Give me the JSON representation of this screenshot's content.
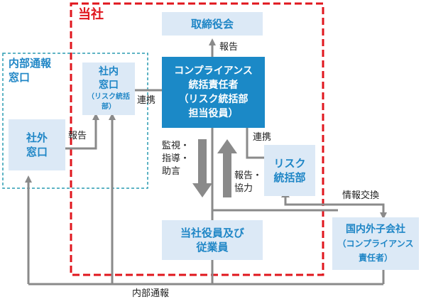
{
  "company": {
    "title": "当社"
  },
  "internal_group": {
    "title_line1": "内部通報",
    "title_line2": "窓口"
  },
  "board": {
    "label": "取締役会"
  },
  "cco": {
    "line1": "コンプライアンス",
    "line2": "統括責任者",
    "line3": "（リスク統括部",
    "line4": "担当役員）"
  },
  "internal_desk": {
    "line1": "社内",
    "line2": "窓口",
    "line3": "（リスク統括部）"
  },
  "external_desk": {
    "line1": "社外",
    "line2": "窓口"
  },
  "risk_dept": {
    "line1": "リスク",
    "line2": "統括部"
  },
  "officers": {
    "line1": "当社役員及び",
    "line2": "従業員"
  },
  "subsidiary": {
    "line1": "国内外子会社",
    "line2": "（コンプライアンス",
    "line3": "責任者）"
  },
  "labels": {
    "report_board": "報告",
    "renkei_left": "連携",
    "report_ext": "報告",
    "renkei_right": "連携",
    "monitor1": "監視・",
    "monitor2": "指導・",
    "monitor3": "助言",
    "report_coop1": "報告・",
    "report_coop2": "協力",
    "info_exchange": "情報交換",
    "internal_report": "内部通報"
  },
  "colors": {
    "red_dash": "#e0161d",
    "teal_dash": "#2a9bb2",
    "box": "#dce9f6",
    "dark_box": "#1b89c7",
    "text_blue": "#1f86c6",
    "line": "#8a8a8a"
  }
}
